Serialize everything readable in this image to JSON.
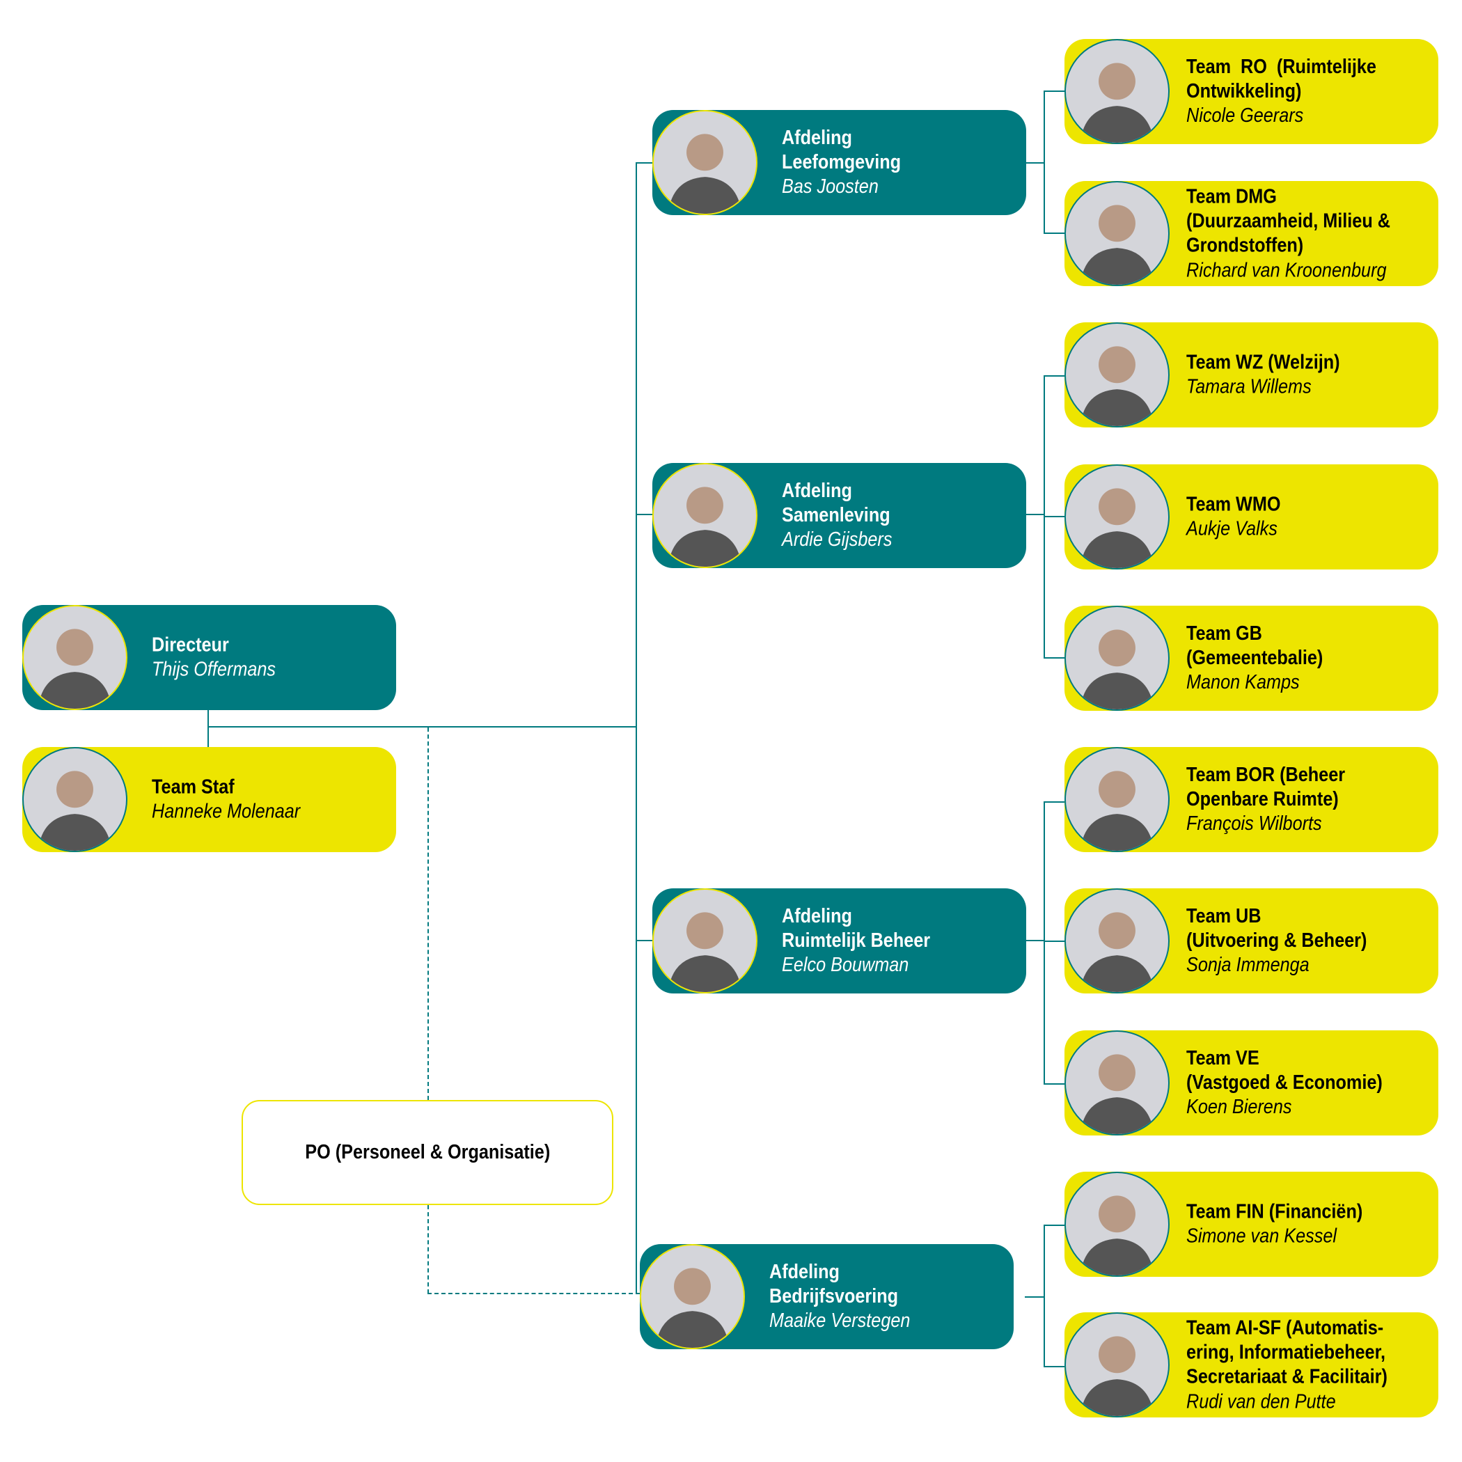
{
  "colors": {
    "teal": "#007a7f",
    "yellow": "#ede500"
  },
  "director": {
    "title": "Directeur",
    "name": "Thijs Offermans"
  },
  "staff": {
    "title": "Team Staf",
    "name": "Hanneke Molenaar"
  },
  "po": {
    "label": "PO (Personeel & Organisatie)"
  },
  "departments": [
    {
      "title": "Afdeling\nLeefomgeving",
      "name": "Bas Joosten",
      "teams": [
        {
          "title": "Team  RO  (Ruimtelijke\nOntwikkeling)",
          "name": "Nicole Geerars"
        },
        {
          "title": "Team DMG\n(Duurzaamheid, Milieu &\nGrondstoffen)",
          "name": "Richard van Kroonenburg"
        }
      ]
    },
    {
      "title": "Afdeling\nSamenleving",
      "name": "Ardie Gijsbers",
      "teams": [
        {
          "title": "Team WZ (Welzijn)",
          "name": "Tamara Willems"
        },
        {
          "title": "Team WMO",
          "name": "Aukje Valks"
        },
        {
          "title": "Team GB\n(Gemeentebalie)",
          "name": "Manon Kamps"
        }
      ]
    },
    {
      "title": "Afdeling\nRuimtelijk Beheer",
      "name": "Eelco Bouwman",
      "teams": [
        {
          "title": "Team BOR (Beheer\nOpenbare Ruimte)",
          "name": "François Wilborts"
        },
        {
          "title": "Team UB\n(Uitvoering & Beheer)",
          "name": "Sonja Immenga"
        },
        {
          "title": "Team VE\n(Vastgoed & Economie)",
          "name": "Koen Bierens"
        }
      ]
    },
    {
      "title": "Afdeling\nBedrijfsvoering",
      "name": "Maaike Verstegen",
      "teams": [
        {
          "title": "Team FIN (Financiën)",
          "name": "Simone van Kessel"
        },
        {
          "title": "Team AI-SF (Automatis-\nering, Informatiebeheer,\nSecretariaat & Facilitair)",
          "name": "Rudi van den Putte"
        }
      ]
    }
  ]
}
